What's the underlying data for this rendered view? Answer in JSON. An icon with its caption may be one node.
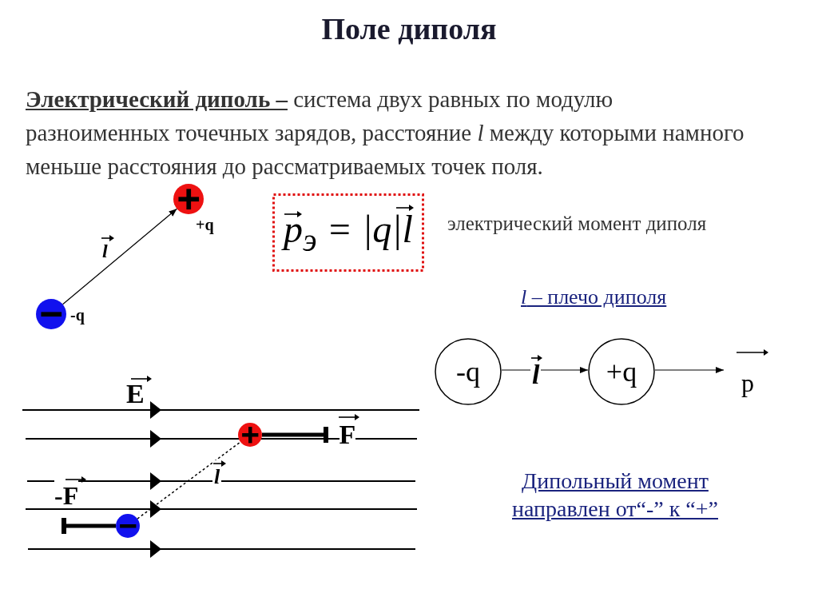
{
  "diagram": {
    "title": "Поле диполя",
    "nodes": [
      {
        "text": [],
        "shape": "circle",
        "beside": [
          "+q"
        ]
      },
      {
        "text": [],
        "shape": "circle",
        "beside": [
          "-q"
        ]
      },
      {
        "text": [
          "p$_{э}$ = |q|l"
        ]
      },
      {
        "text": [
          "-q"
        ]
      },
      {
        "text": [
          "+q"
        ]
      },
      {
        "text": [
          "p"
        ]
      },
      {
        "text": [],
        "shape": "circle"
      },
      {
        "text": [],
        "shape": "circle"
      },
      {
        "text": [
          "F"
        ]
      }
    ],
    "edges": [
      {
        "from": 1,
        "to": 0,
        "arrow": "to",
        "label": "l"
      },
      {
        "from": 3,
        "to": 4,
        "arrow": "to",
        "label": "l"
      },
      {
        "from": 4,
        "to": 5,
        "arrow": "to"
      },
      {
        "from": 7,
        "to": 6,
        "arrow": "none",
        "style": "dashed",
        "label": "l"
      },
      {
        "from": 6,
        "to": 8,
        "arrow": "other",
        "style": "thick"
      },
      {
        "from": 7,
        "to": null,
        "arrow": "other",
        "style": "thick"
      }
    ],
    "labels": [
      "**Электрический диполь –** система двух равных по модулю разноименных точечных зарядов, расстояние *l* между которыми намного меньше расстояния до рассматриваемых  точек поля.",
      "электрический момент диполя",
      "*l* – плечо диполя",
      "E",
      "-F",
      "Дипольный  момент направлен от“-” к “+”"
    ]
  }
}
